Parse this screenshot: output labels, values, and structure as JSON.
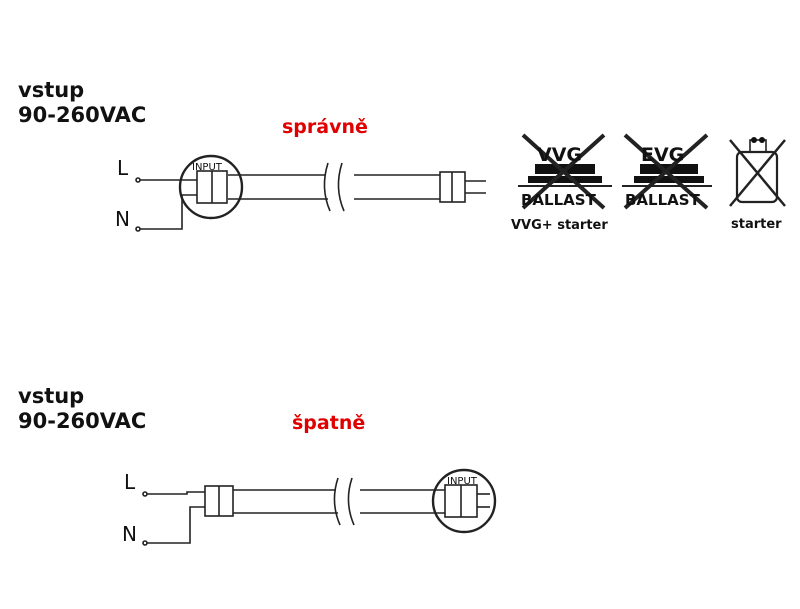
{
  "correct": {
    "input_heading": "vstup",
    "voltage": "90-260VAC",
    "status": "správně",
    "status_color": "#e00000",
    "line_label": "L",
    "neutral_label": "N",
    "input_tag": "INPUT"
  },
  "wrong": {
    "input_heading": "vstup",
    "voltage": "90-260VAC",
    "status": "špatně",
    "status_color": "#e00000",
    "line_label": "L",
    "neutral_label": "N",
    "input_tag": "INPUT"
  },
  "incompatible": [
    {
      "icon": "vvg-ballast-crossed-icon",
      "top_text": "VVG",
      "bottom_text": "BALLAST",
      "caption": "VVG+ starter"
    },
    {
      "icon": "evg-ballast-crossed-icon",
      "top_text": "EVG",
      "bottom_text": "BALLAST",
      "caption": ""
    },
    {
      "icon": "starter-crossed-icon",
      "top_text": "",
      "bottom_text": "",
      "caption": "starter"
    }
  ]
}
